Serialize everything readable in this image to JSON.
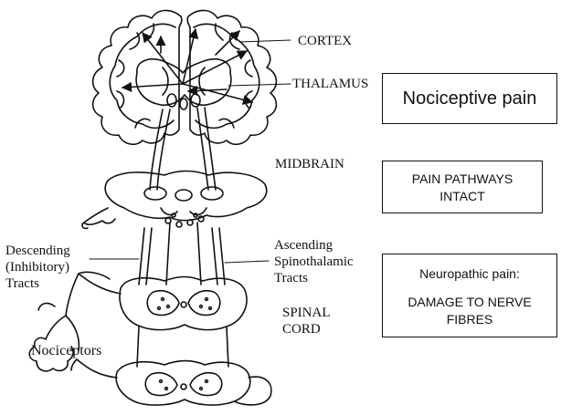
{
  "labels": {
    "cortex": "CORTEX",
    "thalamus": "THALAMUS",
    "midbrain": "MIDBRAIN",
    "ascending_1": "Ascending",
    "ascending_2": "Spinothalamic",
    "ascending_3": "Tracts",
    "descending_1": "Descending",
    "descending_2": "(Inhibitory)",
    "descending_3": "Tracts",
    "spinal_1": "SPINAL",
    "spinal_2": "CORD",
    "nociceptors": "Nociceptors"
  },
  "boxes": {
    "nociceptive": "Nociceptive pain",
    "intact_1": "PAIN PATHWAYS",
    "intact_2": "INTACT",
    "neuropathic_title": "Neuropathic pain:",
    "neuropathic_1": "DAMAGE TO NERVE",
    "neuropathic_2": "FIBRES"
  }
}
